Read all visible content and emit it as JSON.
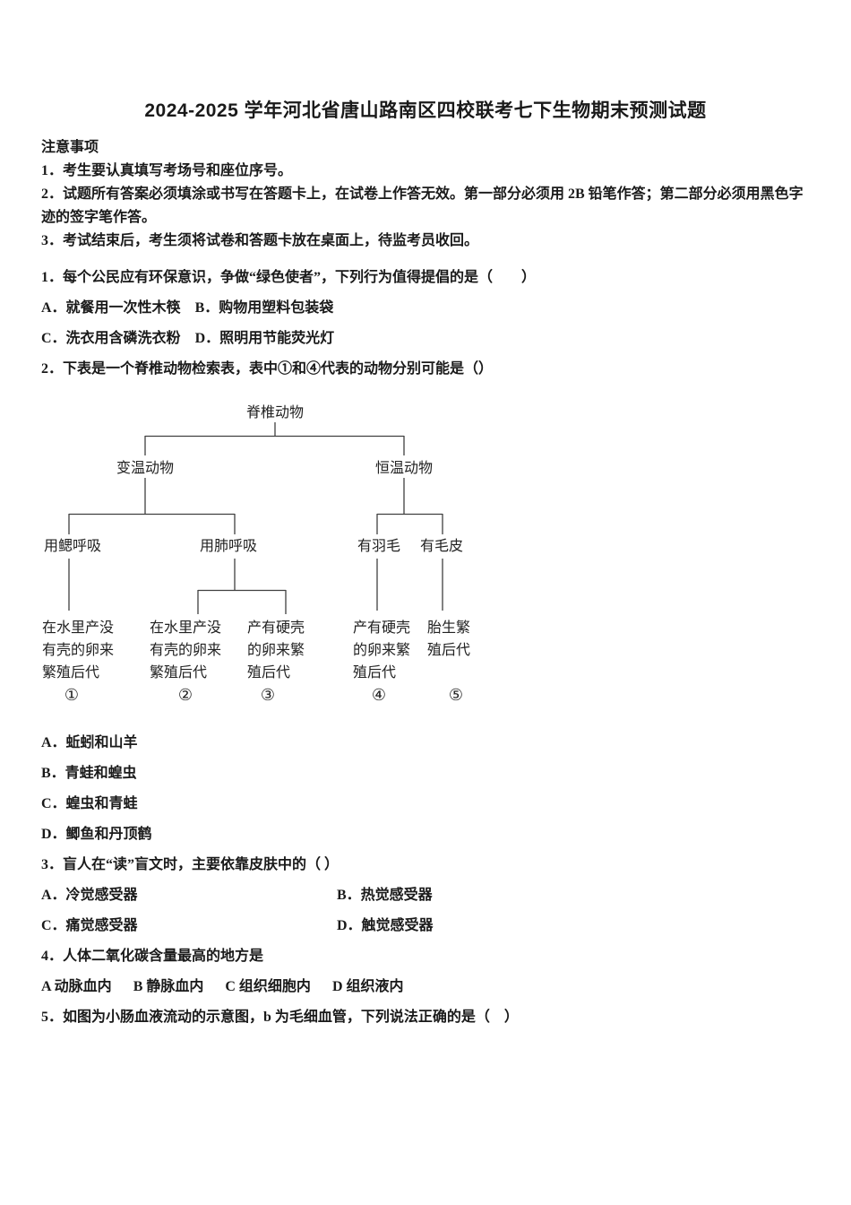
{
  "title": "2024-2025 学年河北省唐山路南区四校联考七下生物期末预测试题",
  "notice": {
    "heading": "注意事项",
    "items": [
      "1．考生要认真填写考场号和座位序号。",
      "2．试题所有答案必须填涂或书写在答题卡上，在试卷上作答无效。第一部分必须用 2B 铅笔作答；第二部分必须用黑色字迹的签字笔作答。",
      "3．考试结束后，考生须将试卷和答题卡放在桌面上，待监考员收回。"
    ]
  },
  "questions": {
    "q1": {
      "stem": "1．每个公民应有环保意识，争做“绿色使者”，下列行为值得提倡的是（　　）",
      "row1": [
        "A．就餐用一次性木筷",
        "B．购物用塑料包装袋"
      ],
      "row2": [
        "C．洗衣用含磷洗衣粉",
        "D．照明用节能荧光灯"
      ]
    },
    "q2": {
      "stem": "2．下表是一个脊椎动物检索表，表中①和④代表的动物分别可能是（）",
      "options": [
        "A．蚯蚓和山羊",
        "B．青蛙和蝗虫",
        "C．蝗虫和青蛙",
        "D．鲫鱼和丹顶鹤"
      ]
    },
    "q3": {
      "stem": "3．盲人在“读”盲文时，主要依靠皮肤中的（ ）",
      "row1": [
        "A．冷觉感受器",
        "B．热觉感受器"
      ],
      "row2": [
        "C．痛觉感受器",
        "D．触觉感受器"
      ]
    },
    "q4": {
      "stem": "4．人体二氧化碳含量最高的地方是",
      "options": [
        "A 动脉血内",
        "B 静脉血内",
        "C 组织细胞内",
        "D 组织液内"
      ]
    },
    "q5": {
      "stem": "5．如图为小肠血液流动的示意图，b 为毛细血管，下列说法正确的是（　）"
    }
  },
  "diagram": {
    "root": "脊椎动物",
    "level1": [
      "变温动物",
      "恒温动物"
    ],
    "level2": [
      "用鳃呼吸",
      "用肺呼吸",
      "有羽毛",
      "有毛皮"
    ],
    "leaves": [
      "在水里产没\n有壳的卵来\n繁殖后代",
      "在水里产没\n有壳的卵来\n繁殖后代",
      "产有硬壳\n的卵来繁\n殖后代",
      "产有硬壳\n的卵来繁\n殖后代",
      "胎生繁\n殖后代"
    ],
    "labels": [
      "①",
      "②",
      "③",
      "④",
      "⑤"
    ]
  },
  "colors": {
    "text": "#1a1a1a",
    "background": "#ffffff",
    "line": "#404040"
  }
}
